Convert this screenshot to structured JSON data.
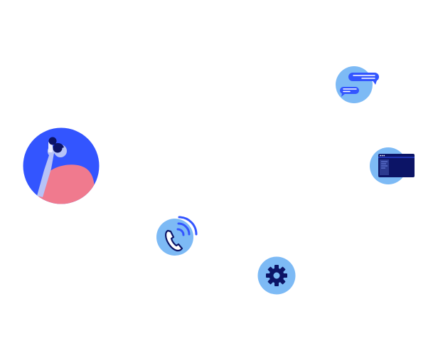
{
  "illustration": {
    "nodes": [
      {
        "id": "avatar",
        "icon": "person-on-phone-avatar"
      },
      {
        "id": "chat",
        "icon": "chat-bubbles-icon"
      },
      {
        "id": "window",
        "icon": "app-window-icon"
      },
      {
        "id": "phone",
        "icon": "phone-calling-icon"
      },
      {
        "id": "settings",
        "icon": "gear-icon"
      }
    ]
  },
  "colors": {
    "background": "#ffffff",
    "primary_blue": "#3355ff",
    "light_blue": "#7dbaf5",
    "navy": "#0c1466",
    "pink": "#f07a8e",
    "pale_lavender": "#b7c3f7"
  }
}
